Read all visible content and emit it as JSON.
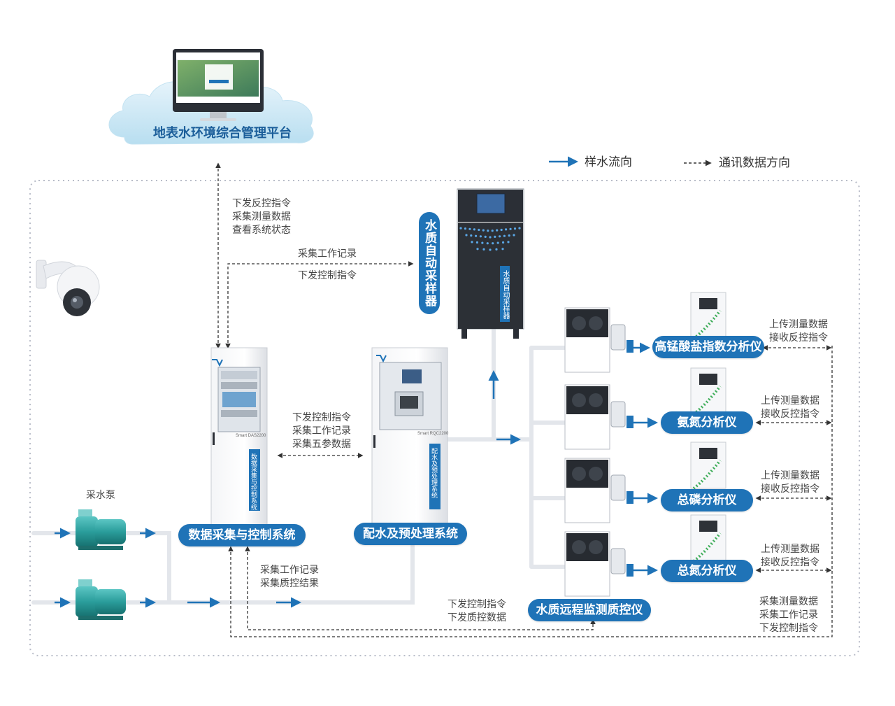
{
  "platform": {
    "title": "地表水环境综合管理平台"
  },
  "legend": {
    "water_flow": "样水流向",
    "data_flow": "通讯数据方向"
  },
  "systems": {
    "daq": "数据采集与控制系统",
    "pretreat": "配水及预处理系统",
    "sampler": "水质自动采样器",
    "qc": "水质远程监测质控仪",
    "pump": "采水泵"
  },
  "analyzers": [
    {
      "name": "高锰酸盐指数分析仪",
      "msg1": "上传测量数据",
      "msg2": "接收反控指令"
    },
    {
      "name": "氨氮分析仪",
      "msg1": "上传测量数据",
      "msg2": "接收反控指令"
    },
    {
      "name": "总磷分析仪",
      "msg1": "上传测量数据",
      "msg2": "接收反控指令"
    },
    {
      "name": "总氮分析仪",
      "msg1": "上传测量数据",
      "msg2": "接收反控指令"
    }
  ],
  "messages": {
    "platform_link": [
      "下发反控指令",
      "采集测量数据",
      "查看系统状态"
    ],
    "sampler_link_top": "采集工作记录",
    "sampler_link_bottom": "下发控制指令",
    "daq_pretreat": [
      "下发控制指令",
      "采集工作记录",
      "采集五参数据"
    ],
    "daq_qc_left": [
      "采集工作记录",
      "采集质控结果"
    ],
    "qc_control": [
      "下发控制指令",
      "下发质控数据"
    ],
    "bus_right": [
      "采集测量数据",
      "采集工作记录",
      "下发控制指令"
    ]
  },
  "cabinet_labels": {
    "daq_model": "Smart DAS2200",
    "daq_side": "数据采集与控制系统",
    "pretreat_model": "Smart RQC2200",
    "pretreat_side": "配水及预处理系统",
    "sampler_side": "水质自动采样器"
  },
  "colors": {
    "accent": "#1f73b7",
    "flow": "#1f73b7",
    "dashed": "#333333",
    "border": "#b8bcc8"
  }
}
